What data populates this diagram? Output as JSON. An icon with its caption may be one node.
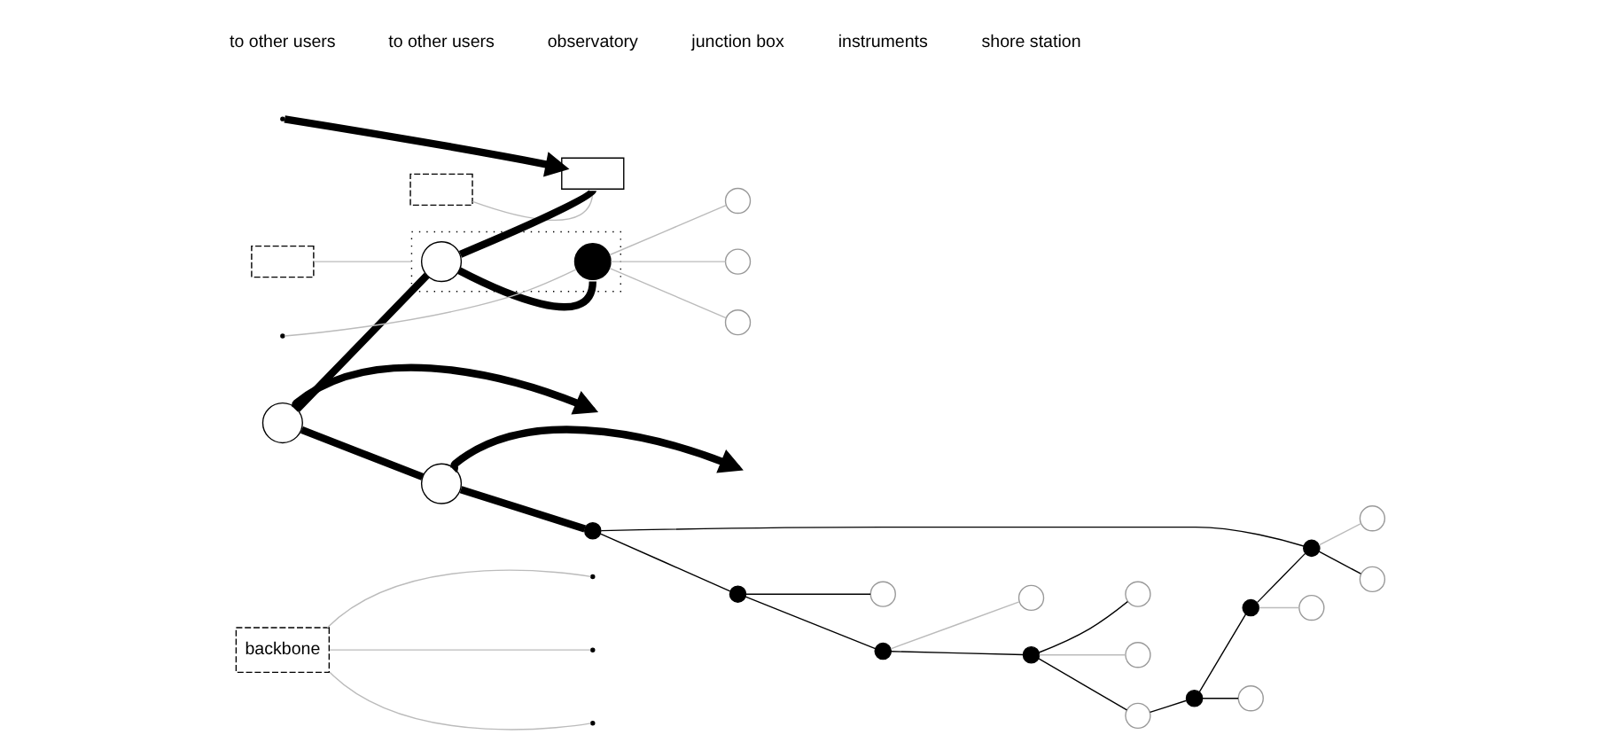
{
  "diagram": {
    "nodes": [
      {
        "text": [
          "backbone"
        ]
      },
      {
        "text": [],
        "shape": "box"
      },
      {
        "text": [],
        "shape": "circle"
      },
      {
        "text": [],
        "shape": "circle"
      },
      {
        "text": [],
        "shape": "box"
      },
      {
        "text": [],
        "shape": "circle",
        "in": 4
      },
      {
        "text": [],
        "shape": "circle",
        "in": 4
      },
      {
        "text": [],
        "shape": "box"
      },
      {
        "text": [],
        "shape": "box"
      },
      {
        "text": [],
        "shape": "circle"
      },
      {
        "text": [],
        "shape": "circle"
      },
      {
        "text": [],
        "shape": "circle"
      },
      {
        "text": [],
        "shape": "circle"
      },
      {
        "text": [],
        "shape": "circle"
      },
      {
        "text": [],
        "shape": "circle"
      },
      {
        "text": [],
        "shape": "circle"
      },
      {
        "text": [],
        "shape": "circle"
      },
      {
        "text": [],
        "shape": "circle"
      },
      {
        "text": [],
        "shape": "circle"
      },
      {
        "text": [],
        "shape": "circle"
      },
      {
        "text": [],
        "shape": "circle"
      },
      {
        "text": [],
        "shape": "circle"
      },
      {
        "text": [],
        "shape": "circle"
      },
      {
        "text": [],
        "shape": "circle"
      },
      {
        "text": [],
        "shape": "circle"
      },
      {
        "text": [],
        "shape": "circle"
      },
      {
        "text": [],
        "shape": "circle"
      },
      {
        "text": [],
        "shape": "circle"
      }
    ],
    "edges": [
      {
        "from": 2,
        "to": null,
        "arrow": "to",
        "style": "thick"
      },
      {
        "from": 2,
        "to": 3,
        "arrow": "none",
        "style": "thick"
      },
      {
        "from": 3,
        "to": null,
        "arrow": "to",
        "style": "thick"
      },
      {
        "from": 2,
        "to": 5,
        "arrow": "none",
        "style": "thick"
      },
      {
        "from": 5,
        "to": 7,
        "arrow": "none",
        "style": "thick"
      },
      {
        "from": null,
        "to": 7,
        "arrow": "to",
        "style": "thick"
      },
      {
        "from": 5,
        "to": 6,
        "arrow": "none",
        "style": "thick"
      },
      {
        "from": 3,
        "to": 12,
        "arrow": "none",
        "style": "thick"
      },
      {
        "from": 12,
        "to": 9,
        "arrow": "none"
      },
      {
        "from": 9,
        "to": 10,
        "arrow": "none"
      },
      {
        "from": 10,
        "to": 11,
        "arrow": "none"
      },
      {
        "from": 11,
        "to": 21,
        "arrow": "none"
      },
      {
        "from": 21,
        "to": 15,
        "arrow": "none"
      },
      {
        "from": 15,
        "to": 14,
        "arrow": "none"
      },
      {
        "from": 14,
        "to": 13,
        "arrow": "none"
      },
      {
        "from": 13,
        "to": 12,
        "arrow": "none"
      },
      {
        "from": 11,
        "to": 16,
        "arrow": "none"
      },
      {
        "from": 9,
        "to": 17,
        "arrow": "none"
      },
      {
        "from": 10,
        "to": 18,
        "arrow": "none",
        "color": "#bbbbbb"
      },
      {
        "from": 11,
        "to": 19,
        "arrow": "none",
        "color": "#bbbbbb"
      },
      {
        "from": 13,
        "to": 20,
        "arrow": "none",
        "color": "#bbbbbb"
      },
      {
        "from": 14,
        "to": 22,
        "arrow": "none",
        "color": "#bbbbbb"
      },
      {
        "from": 13,
        "to": 23,
        "arrow": "none"
      },
      {
        "from": 15,
        "to": 24,
        "arrow": "none"
      },
      {
        "from": 6,
        "to": 25,
        "arrow": "none",
        "color": "#bbbbbb"
      },
      {
        "from": 6,
        "to": 26,
        "arrow": "none",
        "color": "#bbbbbb"
      },
      {
        "from": 6,
        "to": 27,
        "arrow": "none",
        "color": "#bbbbbb"
      },
      {
        "from": 0,
        "to": null,
        "arrow": "none",
        "color": "#bbbbbb"
      },
      {
        "from": 0,
        "to": null,
        "arrow": "none",
        "color": "#bbbbbb"
      },
      {
        "from": 0,
        "to": null,
        "arrow": "none",
        "color": "#bbbbbb"
      },
      {
        "from": 1,
        "to": 7,
        "arrow": "none",
        "color": "#bbbbbb"
      },
      {
        "from": 8,
        "to": 4,
        "arrow": "none",
        "color": "#bbbbbb"
      },
      {
        "from": null,
        "to": 6,
        "arrow": "none",
        "color": "#bbbbbb"
      }
    ],
    "labels": [
      "to other users",
      "to other users",
      "observatory",
      "junction box",
      "instruments",
      "shore station"
    ]
  }
}
